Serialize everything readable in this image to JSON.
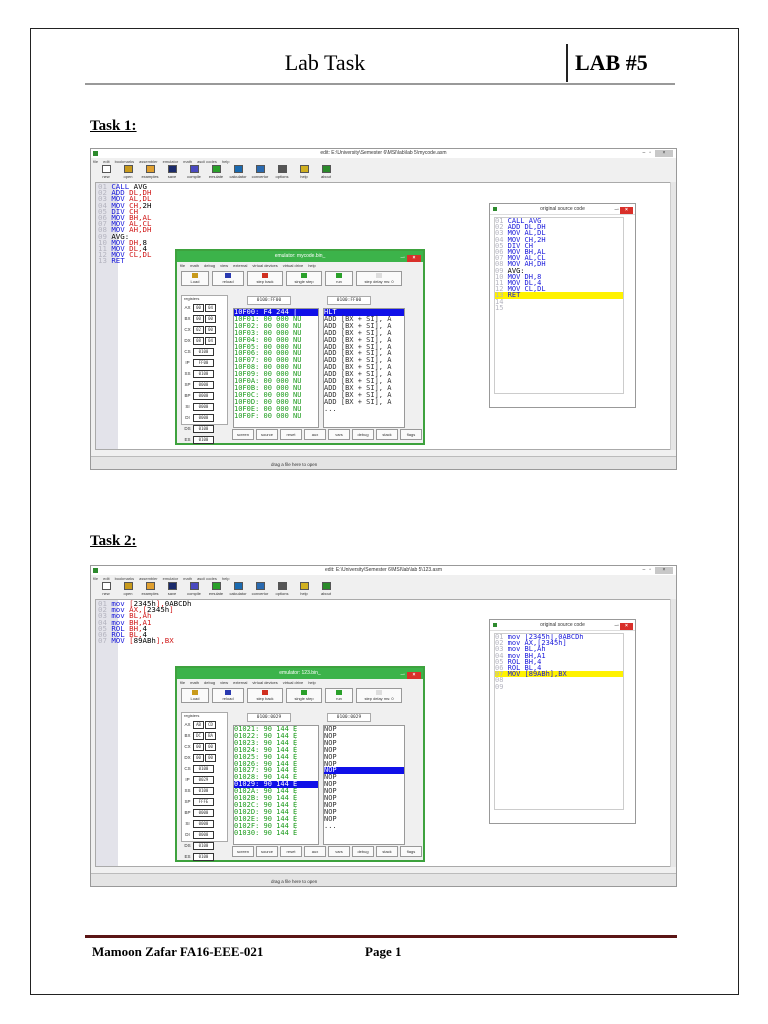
{
  "header": {
    "title": "Lab Task",
    "lab": "LAB #5"
  },
  "task1": {
    "heading": "Task 1:",
    "ide": {
      "title": "edit: E:\\University\\Semester 6\\MSI\\lab\\lab 5\\mycode.asm",
      "menu": [
        "file",
        "edit",
        "bookmarks",
        "assembler",
        "emulator",
        "math",
        "ascii codes",
        "help"
      ],
      "toolbar": [
        "new",
        "open",
        "examples",
        "save",
        "compile",
        "emulate",
        "calculator",
        "convertor",
        "options",
        "help",
        "about"
      ],
      "status": "drag a file here to open",
      "code": [
        {
          "n": "01",
          "kw": "CALL",
          "op": "",
          "nm": "AVG"
        },
        {
          "n": "02",
          "kw": "ADD",
          "op": "DL,DH",
          "nm": ""
        },
        {
          "n": "03",
          "kw": "MOV",
          "op": "AL,DL",
          "nm": ""
        },
        {
          "n": "04",
          "kw": "MOV",
          "op": "CH,",
          "nm": "2H"
        },
        {
          "n": "05",
          "kw": "DIV",
          "op": "CH",
          "nm": ""
        },
        {
          "n": "06",
          "kw": "MOV",
          "op": "BH,AL",
          "nm": ""
        },
        {
          "n": "07",
          "kw": "MOV",
          "op": "AL,CL",
          "nm": ""
        },
        {
          "n": "08",
          "kw": "MOV",
          "op": "AH,DH",
          "nm": ""
        },
        {
          "n": "09",
          "kw": "",
          "op": "",
          "nm": "AVG:"
        },
        {
          "n": "10",
          "kw": "MOV",
          "op": "DH,",
          "nm": "8"
        },
        {
          "n": "11",
          "kw": "MOV",
          "op": "DL,",
          "nm": "4"
        },
        {
          "n": "12",
          "kw": "MOV",
          "op": "CL,DL",
          "nm": ""
        },
        {
          "n": "13",
          "kw": "RET",
          "op": "",
          "nm": ""
        }
      ]
    },
    "emulator": {
      "title": "emulator: mycode.bin_",
      "addr1": "0100:FF00",
      "addr2": "0100:FF00",
      "regs": [
        [
          "AX",
          "00",
          "04"
        ],
        [
          "BX",
          "00",
          "00"
        ],
        [
          "CX",
          "02",
          "00"
        ],
        [
          "DX",
          "08",
          "04"
        ],
        [
          "CS",
          "0100",
          ""
        ],
        [
          "IP",
          "FF00",
          ""
        ],
        [
          "SS",
          "0100",
          ""
        ],
        [
          "SP",
          "0000",
          ""
        ],
        [
          "BP",
          "0000",
          ""
        ],
        [
          "SI",
          "0000",
          ""
        ],
        [
          "DI",
          "0000",
          ""
        ],
        [
          "DS",
          "0100",
          ""
        ],
        [
          "ES",
          "0100",
          ""
        ]
      ],
      "mem": [
        "10F00: F4 244 ⌠",
        "10F01: 00 000 NU",
        "10F02: 00 000 NU",
        "10F03: 00 000 NU",
        "10F04: 00 000 NU",
        "10F05: 00 000 NU",
        "10F06: 00 000 NU",
        "10F07: 00 000 NU",
        "10F08: 00 000 NU",
        "10F09: 00 000 NU",
        "10F0A: 00 000 NU",
        "10F0B: 00 000 NU",
        "10F0C: 00 000 NU",
        "10F0D: 00 000 NU",
        "10F0E: 00 000 NU",
        "10F0F: 00 000 NU"
      ],
      "dis": [
        "HLT",
        "ADD [BX + SI], A",
        "ADD [BX + SI], A",
        "ADD [BX + SI], A",
        "ADD [BX + SI], A",
        "ADD [BX + SI], A",
        "ADD [BX + SI], A",
        "ADD [BX + SI], A",
        "ADD [BX + SI], A",
        "ADD [BX + SI], A",
        "ADD [BX + SI], A",
        "ADD [BX + SI], A",
        "ADD [BX + SI], A",
        "ADD [BX + SI], A",
        "..."
      ],
      "sel_mem": 0,
      "sel_dis": 0
    },
    "original": {
      "title": "original source code",
      "code": [
        {
          "n": "01",
          "t": "CALL AVG"
        },
        {
          "n": "02",
          "t": "ADD DL,DH"
        },
        {
          "n": "03",
          "t": "MOV AL,DL"
        },
        {
          "n": "04",
          "t": "MOV CH,2H"
        },
        {
          "n": "05",
          "t": "DIV CH"
        },
        {
          "n": "06",
          "t": "MOV BH,AL"
        },
        {
          "n": "07",
          "t": "MOV AL,CL"
        },
        {
          "n": "08",
          "t": "MOV AH,DH"
        },
        {
          "n": "09",
          "t": "AVG:"
        },
        {
          "n": "10",
          "t": "MOV DH,8"
        },
        {
          "n": "11",
          "t": "MOV DL,4"
        },
        {
          "n": "12",
          "t": "MOV CL,DL"
        },
        {
          "n": "13",
          "t": "RET"
        },
        {
          "n": "14",
          "t": ""
        },
        {
          "n": "15",
          "t": ""
        }
      ],
      "highlight": 12
    }
  },
  "task2": {
    "heading": "Task 2:",
    "ide": {
      "title": "edit: E:\\University\\Semester 6\\MSI\\lab\\lab 5\\123.asm",
      "menu": [
        "file",
        "edit",
        "bookmarks",
        "assembler",
        "emulator",
        "math",
        "ascii codes",
        "help"
      ],
      "toolbar": [
        "new",
        "open",
        "examples",
        "save",
        "compile",
        "emulate",
        "calculator",
        "convertor",
        "options",
        "help",
        "about"
      ],
      "status": "drag a file here to open",
      "code": [
        {
          "n": "01",
          "kw": "mov",
          "op": "[",
          "nm": "2345h",
          "op2": "],",
          "nm2": "0ABCDh"
        },
        {
          "n": "02",
          "kw": "mov",
          "op": "AX,[",
          "nm": "2345h",
          "op2": "]",
          "nm2": ""
        },
        {
          "n": "03",
          "kw": "mov",
          "op": "BL,Ah",
          "nm": "",
          "op2": "",
          "nm2": ""
        },
        {
          "n": "04",
          "kw": "mov",
          "op": "BH,A1",
          "nm": "",
          "op2": "",
          "nm2": ""
        },
        {
          "n": "05",
          "kw": "ROL",
          "op": "BH,",
          "nm": "4",
          "op2": "",
          "nm2": ""
        },
        {
          "n": "06",
          "kw": "ROL",
          "op": "BL,",
          "nm": "4",
          "op2": "",
          "nm2": ""
        },
        {
          "n": "07",
          "kw": "MOV",
          "op": "[",
          "nm": "89ABh",
          "op2": "],BX",
          "nm2": ""
        }
      ]
    },
    "emulator": {
      "title": "emulator: 123.bin_",
      "addr1": "0100:0029",
      "addr2": "0100:0029",
      "regs": [
        [
          "AX",
          "AB",
          "CD"
        ],
        [
          "BX",
          "DC",
          "BA"
        ],
        [
          "CX",
          "00",
          "00"
        ],
        [
          "DX",
          "00",
          "00"
        ],
        [
          "CS",
          "0100",
          ""
        ],
        [
          "IP",
          "0029",
          ""
        ],
        [
          "SS",
          "0100",
          ""
        ],
        [
          "SP",
          "FFFE",
          ""
        ],
        [
          "BP",
          "0000",
          ""
        ],
        [
          "SI",
          "0000",
          ""
        ],
        [
          "DI",
          "0000",
          ""
        ],
        [
          "DS",
          "0100",
          ""
        ],
        [
          "ES",
          "0100",
          ""
        ]
      ],
      "mem": [
        "01021: 90 144 É",
        "01022: 90 144 É",
        "01023: 90 144 É",
        "01024: 90 144 É",
        "01025: 90 144 É",
        "01026: 90 144 É",
        "01027: 90 144 É",
        "01028: 90 144 É",
        "01029: 90 144 É",
        "0102A: 90 144 É",
        "0102B: 90 144 É",
        "0102C: 90 144 É",
        "0102D: 90 144 É",
        "0102E: 90 144 É",
        "0102F: 90 144 É",
        "01030: 90 144 É"
      ],
      "dis": [
        "NOP",
        "NOP",
        "NOP",
        "NOP",
        "NOP",
        "NOP",
        "NOP",
        "NOP",
        "NOP",
        "NOP",
        "NOP",
        "NOP",
        "NOP",
        "NOP",
        "..."
      ],
      "sel_mem": 8,
      "sel_dis": 6
    },
    "original": {
      "title": "original source code",
      "code": [
        {
          "n": "01",
          "t": "mov [2345h],0ABCDh"
        },
        {
          "n": "02",
          "t": "mov AX,[2345h]"
        },
        {
          "n": "03",
          "t": "mov BL,Ah"
        },
        {
          "n": "04",
          "t": "mov BH,A1"
        },
        {
          "n": "05",
          "t": "ROL BH,4"
        },
        {
          "n": "06",
          "t": "ROL BL,4"
        },
        {
          "n": "07",
          "t": "MOV [89ABh],BX"
        },
        {
          "n": "08",
          "t": ""
        },
        {
          "n": "09",
          "t": ""
        }
      ],
      "highlight": 6
    }
  },
  "footer": {
    "author": "Mamoon Zafar FA16-EEE-021",
    "page": "Page 1"
  },
  "colors": {
    "keyword": "#1a1adb",
    "operand": "#d01818",
    "emu_green": "#3cb34a",
    "select": "#1010e8",
    "highlight": "#fff200",
    "footer_rule": "#5b1515"
  }
}
